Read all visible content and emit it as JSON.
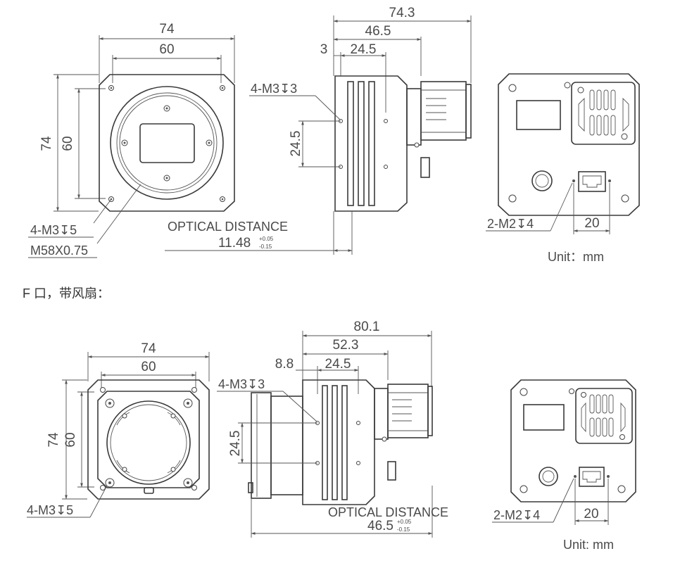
{
  "top": {
    "front": {
      "width_outer": "74",
      "width_inner": "60",
      "height_outer": "74",
      "height_inner": "60",
      "note_holes": "4-M3↧5",
      "note_thread": "M58X0.75"
    },
    "side": {
      "overall": "74.3",
      "body": "46.5",
      "offset": "3",
      "pitch": "24.5",
      "holes": "4-M3↧3",
      "vpitch": "24.5",
      "optical_label": "OPTICAL DISTANCE",
      "optical_value": "11.48",
      "tol_plus": "+0.05",
      "tol_minus": "-0.15"
    },
    "back": {
      "holes": "2-M2↧4",
      "spacing": "20",
      "unit": "Unit：mm"
    }
  },
  "section_title": "F 口，带风扇：",
  "bottom": {
    "front": {
      "width_outer": "74",
      "width_inner": "60",
      "height_outer": "74",
      "height_inner": "60",
      "note_holes": "4-M3↧5"
    },
    "side": {
      "overall": "80.1",
      "body": "52.3",
      "offset": "8.8",
      "pitch": "24.5",
      "holes": "4-M3↧3",
      "vpitch": "24.5",
      "optical_label": "OPTICAL DISTANCE",
      "optical_value": "46.5",
      "tol_plus": "+0.05",
      "tol_minus": "-0.15"
    },
    "back": {
      "holes": "2-M2↧4",
      "spacing": "20",
      "unit": "Unit: mm"
    }
  }
}
